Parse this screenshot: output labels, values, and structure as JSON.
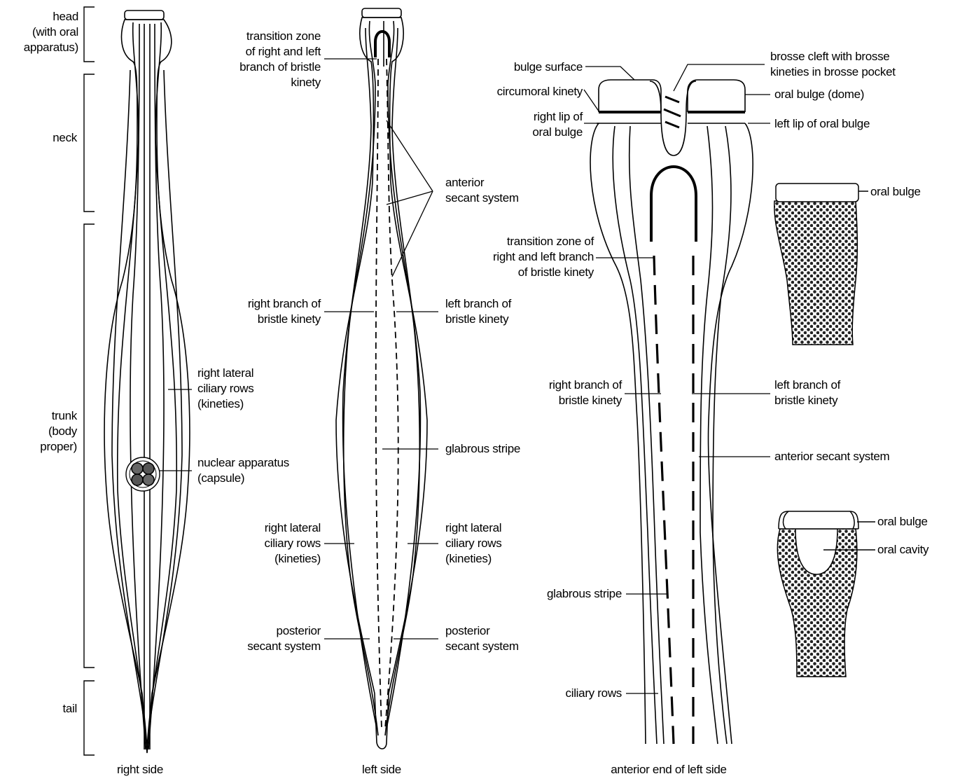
{
  "panels": {
    "right_side": {
      "caption": "right side",
      "brackets": {
        "head": "head\n(with oral\napparatus)",
        "neck": "neck",
        "trunk": "trunk\n(body\nproper)",
        "tail": "tail"
      },
      "labels": {
        "lateral_rows": "right lateral\nciliary rows\n(kineties)",
        "nuclear": "nuclear apparatus\n(capsule)"
      }
    },
    "left_side": {
      "caption": "left side",
      "labels": {
        "transition_zone": "transition zone\nof right and left\nbranch of bristle\nkinety",
        "anterior_secant": "anterior\nsecant system",
        "right_branch": "right branch of\nbristle kinety",
        "left_branch": "left branch of\nbristle kinety",
        "glabrous": "glabrous stripe",
        "right_lateral_left": "right lateral\nciliary rows\n(kineties)",
        "right_lateral_right": "right lateral\nciliary rows\n(kineties)",
        "posterior_left": "posterior\nsecant system",
        "posterior_right": "posterior\nsecant system"
      }
    },
    "anterior_end": {
      "caption": "anterior end of left side",
      "labels": {
        "bulge_surface": "bulge surface",
        "brosse_cleft": "brosse cleft with brosse\nkineties in brosse pocket",
        "circumoral": "circumoral kinety",
        "oral_bulge_dome": "oral bulge (dome)",
        "right_lip": "right lip of\noral bulge",
        "left_lip": "left lip of oral bulge",
        "transition_zone": "transition zone of\nright and left branch\nof bristle kinety",
        "right_branch": "right branch of\nbristle kinety",
        "left_branch": "left branch of\nbristle kinety",
        "anterior_secant": "anterior secant system",
        "glabrous": "glabrous stripe",
        "ciliary_rows": "ciliary rows"
      }
    },
    "insets": {
      "top_oral_bulge": "oral bulge",
      "bottom_oral_bulge": "oral bulge",
      "oral_cavity": "oral cavity"
    }
  }
}
